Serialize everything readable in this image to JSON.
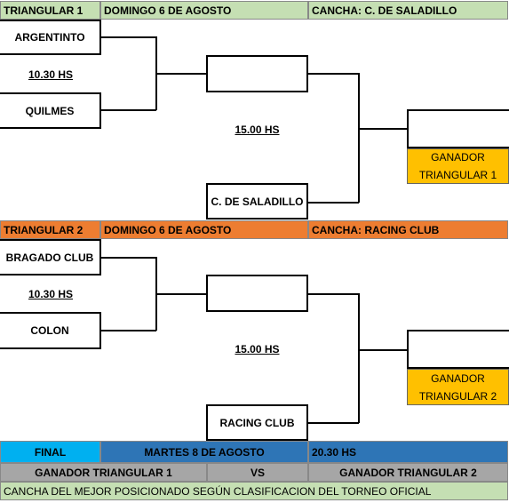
{
  "t1": {
    "header": {
      "label": "TRIANGULAR  1",
      "date": "DOMINGO 6 DE AGOSTO",
      "venue": "CANCHA: C. DE SALADILLO"
    },
    "team_top": "ARGENTINTO",
    "team_bottom": "QUILMES",
    "time_left": "10.30 HS",
    "time_center": "15.00 HS",
    "host": "C. DE SALADILLO",
    "winner_line1": "GANADOR",
    "winner_line2": "TRIANGULAR 1"
  },
  "t2": {
    "header": {
      "label": "TRIANGULAR  2",
      "date": "DOMINGO 6 DE AGOSTO",
      "venue": "CANCHA: RACING CLUB"
    },
    "team_top": "BRAGADO CLUB",
    "team_bottom": "COLON",
    "time_left": "10.30 HS",
    "time_center": "15.00 HS",
    "host": "RACING CLUB",
    "winner_line1": "GANADOR",
    "winner_line2": "TRIANGULAR 2"
  },
  "final": {
    "label": "FINAL",
    "date": "MARTES 8 DE AGOSTO",
    "time": "20.30 HS",
    "team_left": "GANADOR TRIANGULAR  1",
    "vs": "VS",
    "team_right": "GANADOR TRIANGULAR  2",
    "note": "CANCHA DEL MEJOR POSICIONADO SEGÚN CLASIFICACION DEL TORNEO OFICIAL"
  },
  "colors": {
    "green": "#c5dfb3",
    "orange": "#ed7d31",
    "gold": "#ffc000",
    "cyan": "#00b0f0",
    "blue": "#2e75b6",
    "gray": "#a6a6a6"
  }
}
